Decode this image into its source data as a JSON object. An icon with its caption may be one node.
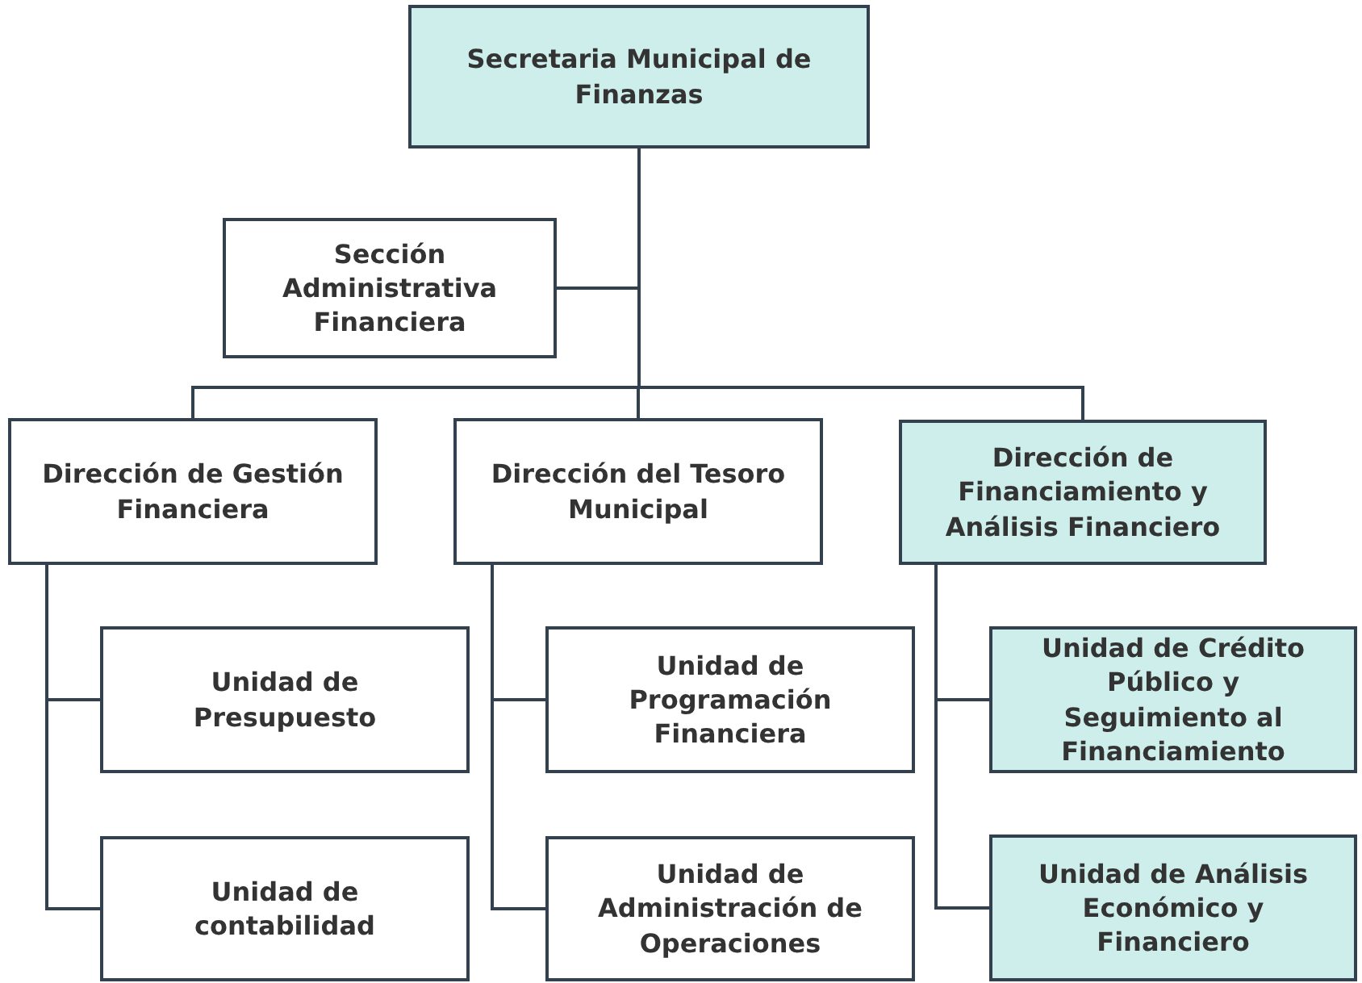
{
  "diagram": {
    "nodes": [
      {
        "text": [
          "Secretaria Municipal de Finanzas"
        ]
      },
      {
        "text": [
          "Sección Administrativa Financiera"
        ]
      },
      {
        "text": [
          "Dirección de Gestión Financiera"
        ]
      },
      {
        "text": [
          "Dirección del Tesoro Municipal"
        ]
      },
      {
        "text": [
          "Dirección de Financiamiento y Análisis Financiero"
        ]
      },
      {
        "text": [
          "Unidad de Presupuesto"
        ]
      },
      {
        "text": [
          "Unidad de contabilidad"
        ]
      },
      {
        "text": [
          "Unidad de Programación Financiera"
        ]
      },
      {
        "text": [
          "Unidad de Administración de Operaciones"
        ]
      },
      {
        "text": [
          "Unidad de Crédito Público y Seguimiento al Financiamiento"
        ]
      },
      {
        "text": [
          "Unidad de Análisis Económico y Financiero"
        ]
      }
    ],
    "edges": [
      {
        "from": 0,
        "to": 1,
        "arrow": "none"
      },
      {
        "from": 0,
        "to": 2,
        "arrow": "none"
      },
      {
        "from": 0,
        "to": 3,
        "arrow": "none"
      },
      {
        "from": 0,
        "to": 4,
        "arrow": "none"
      },
      {
        "from": 2,
        "to": 5,
        "arrow": "none"
      },
      {
        "from": 2,
        "to": 6,
        "arrow": "none"
      },
      {
        "from": 3,
        "to": 7,
        "arrow": "none"
      },
      {
        "from": 3,
        "to": 8,
        "arrow": "none"
      },
      {
        "from": 4,
        "to": 9,
        "arrow": "none"
      },
      {
        "from": 4,
        "to": 10,
        "arrow": "none"
      }
    ]
  }
}
